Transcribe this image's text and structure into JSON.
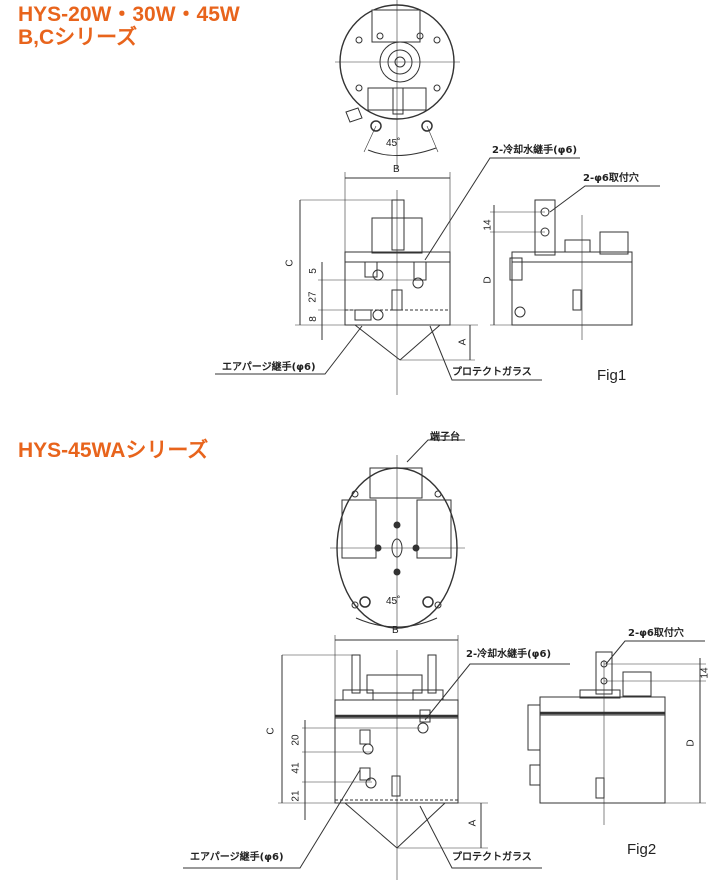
{
  "section1": {
    "title_line1": "HYS-20W・30W・45W",
    "title_line2": "B,Cシリーズ",
    "angle": "45˚",
    "dim_B": "B",
    "dim_C": "C",
    "dim_D": "D",
    "dim_A": "A",
    "dim_5": "5",
    "dim_27": "27",
    "dim_8": "8",
    "dim_14": "14",
    "cooling_water_fitting": "2-冷却水継手(φ6)",
    "mounting_holes": "2-φ6取付穴",
    "air_purge_fitting": "エアパージ継手(φ6)",
    "protect_glass": "プロテクトガラス",
    "fig": "Fig1"
  },
  "section2": {
    "title": "HYS-45WAシリーズ",
    "terminal_block": "端子台",
    "angle": "45˚",
    "dim_B": "B",
    "dim_C": "C",
    "dim_D": "D",
    "dim_A": "A",
    "dim_20": "20",
    "dim_41": "41",
    "dim_21": "21",
    "dim_14": "14",
    "cooling_water_fitting": "2-冷却水継手(φ6)",
    "mounting_holes": "2-φ6取付穴",
    "air_purge_fitting": "エアパージ継手(φ6)",
    "protect_glass": "プロテクトガラス",
    "fig": "Fig2"
  },
  "colors": {
    "title": "#e8641c",
    "line": "#333333"
  }
}
